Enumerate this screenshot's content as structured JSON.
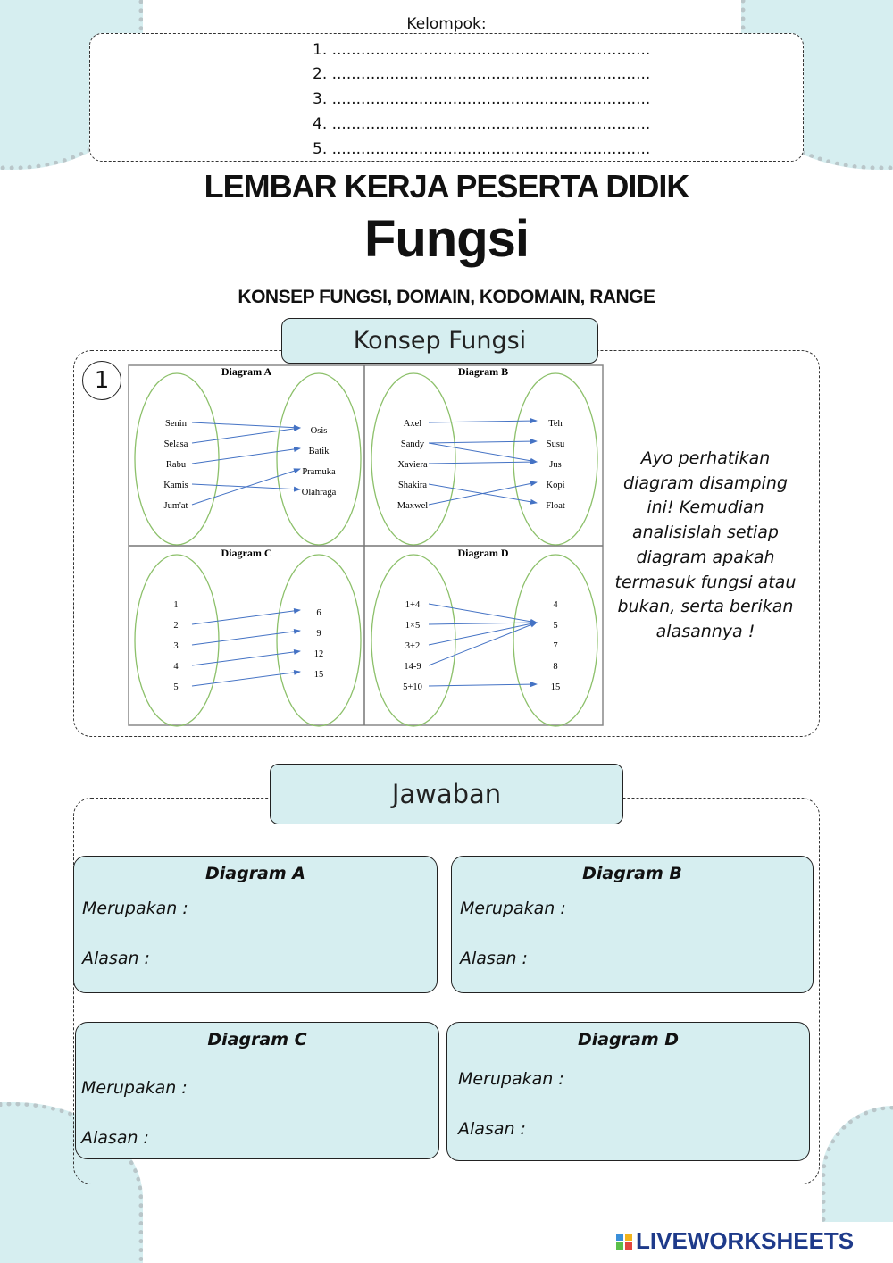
{
  "header": {
    "group_label": "Kelompok:",
    "members": [
      "1. ..................................................................",
      "2. ..................................................................",
      "3. ..................................................................",
      "4. ..................................................................",
      "5. .................................................................."
    ]
  },
  "title": {
    "line1": "LEMBAR KERJA PESERTA DIDIK",
    "line2": "Fungsi",
    "subtitle": "KONSEP FUNGSI, DOMAIN, KODOMAIN, RANGE"
  },
  "section1": {
    "tab": "Konsep Fungsi",
    "number": "1",
    "instruction": "Ayo perhatikan diagram disamping ini! Kemudian analisislah setiap diagram apakah termasuk fungsi atau bukan, serta berikan alasannya !"
  },
  "diagrams": [
    {
      "title": "Diagram A",
      "domain": [
        "Senin",
        "Selasa",
        "Rabu",
        "Kamis",
        "Jum'at"
      ],
      "codomain": [
        "Osis",
        "Batik",
        "Pramuka",
        "Olahraga"
      ],
      "mapping": [
        [
          0,
          0
        ],
        [
          1,
          0
        ],
        [
          2,
          1
        ],
        [
          3,
          3
        ],
        [
          4,
          2
        ]
      ]
    },
    {
      "title": "Diagram B",
      "domain": [
        "Axel",
        "Sandy",
        "Xaviera",
        "Shakira",
        "Maxwel"
      ],
      "codomain": [
        "Teh",
        "Susu",
        "Jus",
        "Kopi",
        "Float"
      ],
      "mapping": [
        [
          0,
          0
        ],
        [
          1,
          1
        ],
        [
          1,
          2
        ],
        [
          2,
          2
        ],
        [
          3,
          4
        ],
        [
          4,
          3
        ]
      ]
    },
    {
      "title": "Diagram C",
      "domain": [
        "1",
        "2",
        "3",
        "4",
        "5"
      ],
      "codomain": [
        "6",
        "9",
        "12",
        "15"
      ],
      "mapping": [
        [
          1,
          0
        ],
        [
          2,
          1
        ],
        [
          3,
          2
        ],
        [
          4,
          3
        ]
      ]
    },
    {
      "title": "Diagram D",
      "domain": [
        "1+4",
        "1×5",
        "3+2",
        "14-9",
        "5+10"
      ],
      "codomain": [
        "4",
        "5",
        "7",
        "8",
        "15"
      ],
      "mapping": [
        [
          0,
          1
        ],
        [
          1,
          1
        ],
        [
          2,
          1
        ],
        [
          3,
          1
        ],
        [
          4,
          4
        ]
      ]
    }
  ],
  "section2": {
    "tab": "Jawaban",
    "answers": [
      {
        "title": "Diagram A",
        "merupakan": "Merupakan :",
        "alasan": "Alasan :"
      },
      {
        "title": "Diagram B",
        "merupakan": "Merupakan :",
        "alasan": "Alasan :"
      },
      {
        "title": "Diagram C",
        "merupakan": "Merupakan :",
        "alasan": "Alasan :"
      },
      {
        "title": "Diagram D",
        "merupakan": "Merupakan :",
        "alasan": "Alasan :"
      }
    ]
  },
  "footer": {
    "logo": "LIVEWORKSHEETS"
  },
  "colors": {
    "accent": "#d6eef0",
    "arrow": "#4472c4",
    "ellipse": "#8cc06a"
  }
}
